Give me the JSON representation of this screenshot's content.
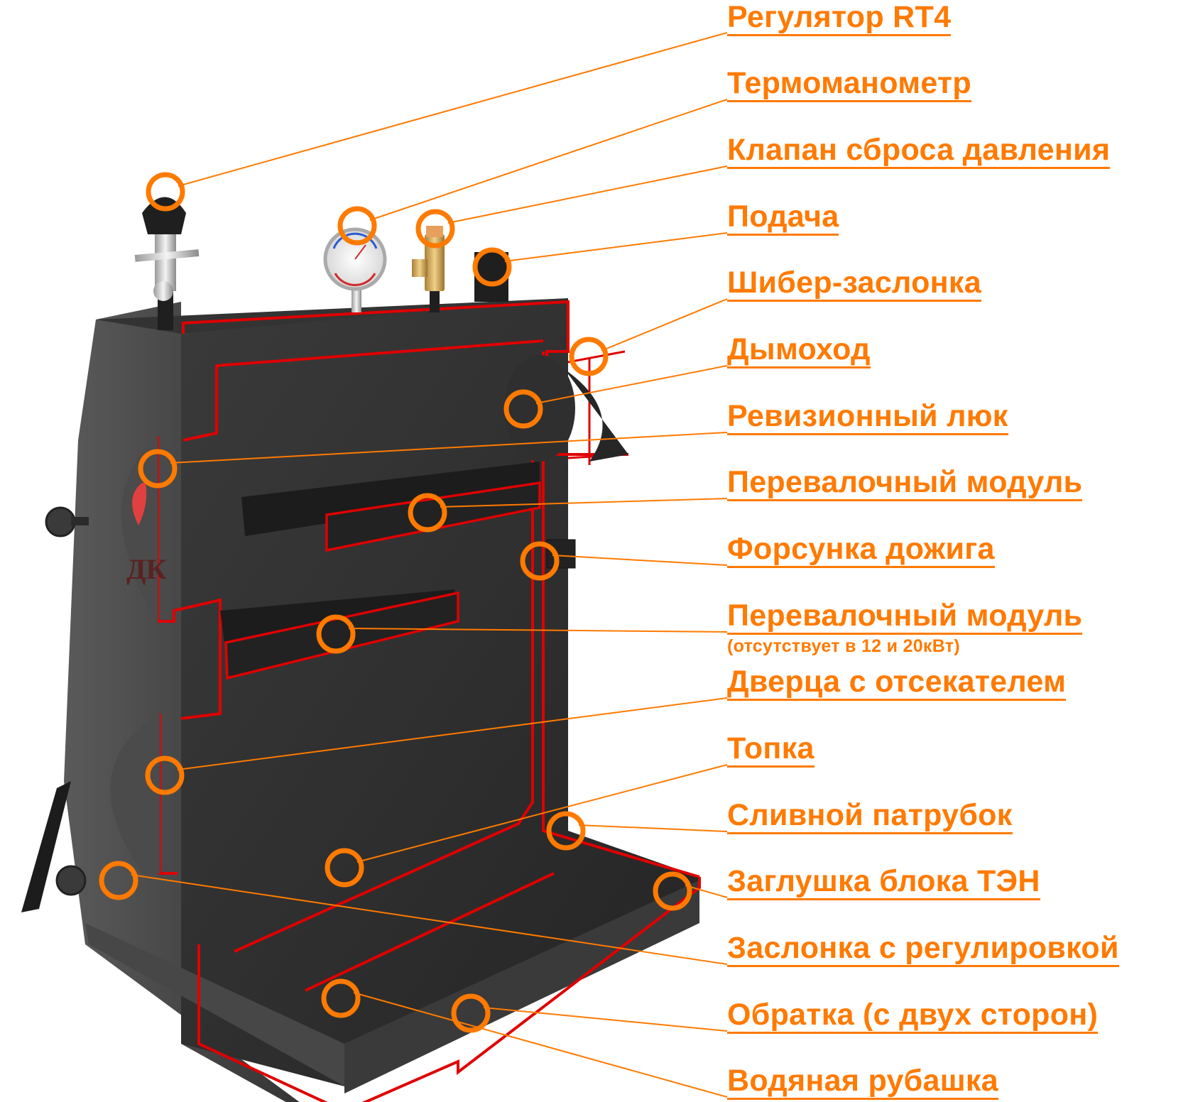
{
  "diagram": {
    "subject": "boiler-cutaway",
    "colors": {
      "accent": "#ff7a00",
      "section_outline": "#e00000",
      "body_dark": "#2b2b2b",
      "body_mid": "#3c3c3c",
      "background": "#ffffff"
    },
    "callouts": [
      {
        "label": "Регулятор RT4"
      },
      {
        "label": "Термоманометр"
      },
      {
        "label": "Клапан сброса давления"
      },
      {
        "label": "Подача"
      },
      {
        "label": "Шибер-заслонка"
      },
      {
        "label": "Дымоход"
      },
      {
        "label": "Ревизионный люк"
      },
      {
        "label": "Перевалочный модуль"
      },
      {
        "label": "Форсунка дожига"
      },
      {
        "label": "Перевалочный модуль",
        "note": "(отсутствует в 12 и 20кВт)"
      },
      {
        "label": "Дверца с отсекателем"
      },
      {
        "label": "Топка"
      },
      {
        "label": "Сливной патрубок"
      },
      {
        "label": "Заглушка блока ТЭН"
      },
      {
        "label": "Заслонка с регулировкой"
      },
      {
        "label": "Обратка (с двух сторон)"
      },
      {
        "label": "Водяная рубашка"
      }
    ],
    "logo_text": "ДК"
  }
}
